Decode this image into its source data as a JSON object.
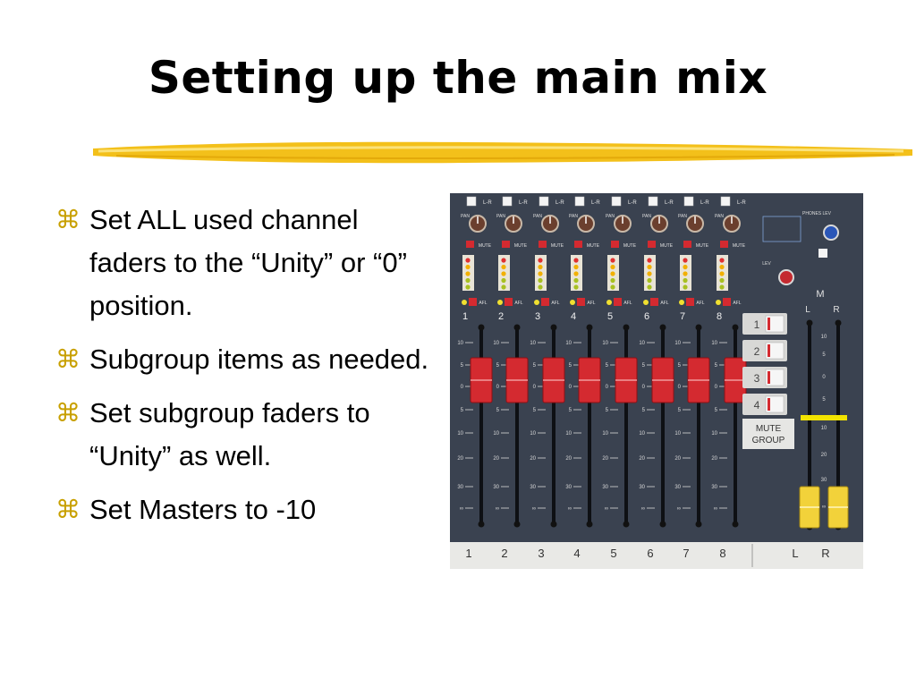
{
  "slide": {
    "title": "Setting up the main mix",
    "bullet_glyph": "⌘",
    "bullets": [
      "Set ALL used channel faders to the “Unity” or “0” position.",
      "Subgroup items as needed.",
      "Set subgroup faders to “Unity” as well.",
      "Set Masters to -10"
    ]
  },
  "mixer": {
    "strip_buttons": [
      "L-R",
      "L-R",
      "L-R",
      "L-R",
      "L-R",
      "L-R",
      "L-R",
      "L-R"
    ],
    "pan_label": "PAN",
    "mute_label": "MUTE",
    "afl_label": "AFL",
    "channel_numbers_top": [
      "1",
      "2",
      "3",
      "4",
      "5",
      "6",
      "7",
      "8"
    ],
    "channel_numbers_bottom": [
      "1",
      "2",
      "3",
      "4",
      "5",
      "6",
      "7",
      "8"
    ],
    "master_labels": [
      "L",
      "R"
    ],
    "master_section_label": "M",
    "subgroup_buttons": [
      "1",
      "2",
      "3",
      "4"
    ],
    "mute_group_label": [
      "MUTE",
      "GROUP"
    ],
    "scale_marks": [
      "10",
      "5",
      "0",
      "5",
      "10",
      "20",
      "30",
      "∞"
    ],
    "master_scale_marks": [
      "10",
      "5",
      "0",
      "5",
      "10",
      "20",
      "30",
      "∞"
    ],
    "phones_label": "PHONES LEV",
    "lev_label": "LEV",
    "colors": {
      "panel": "#3a4250",
      "fader_red": "#d42a30",
      "master_yellow": "#f2d23a",
      "unity_marker": "#f2e300",
      "accent": "#c8a000"
    }
  }
}
